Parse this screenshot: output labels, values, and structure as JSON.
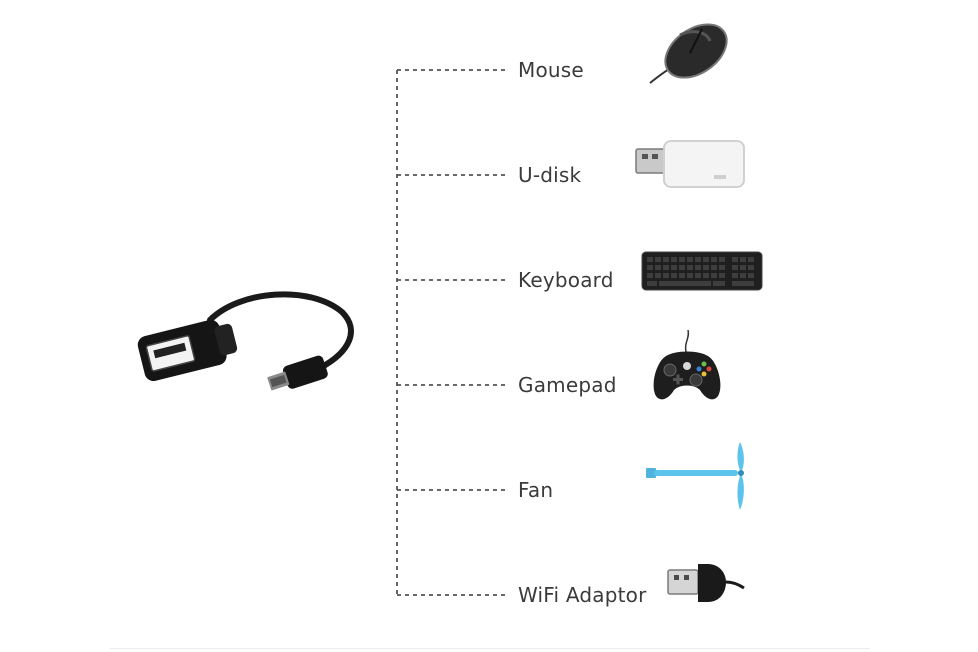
{
  "diagram": {
    "items": [
      {
        "label": "Mouse",
        "icon": "mouse-icon"
      },
      {
        "label": "U-disk",
        "icon": "usb-flash-drive-icon"
      },
      {
        "label": "Keyboard",
        "icon": "keyboard-icon"
      },
      {
        "label": "Gamepad",
        "icon": "gamepad-icon"
      },
      {
        "label": "Fan",
        "icon": "usb-fan-icon"
      },
      {
        "label": "WiFi Adaptor",
        "icon": "wifi-adaptor-icon"
      }
    ],
    "source_icon": "otg-adapter-cable-icon",
    "colors": {
      "line": "#555555",
      "text": "#3b3b3b",
      "device_dark": "#1c1c1c",
      "fan_blue": "#5cc3ea"
    }
  }
}
